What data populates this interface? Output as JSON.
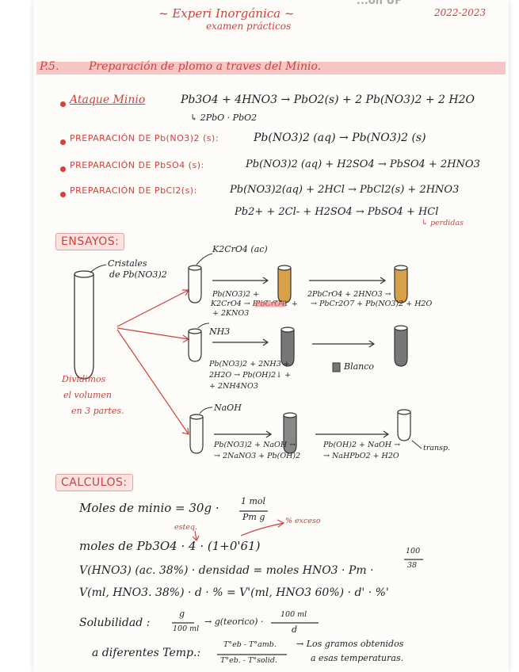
{
  "header": {
    "corner_fragment": "...on UF",
    "title": "~ Experi Inorgánica ~",
    "subtitle": "examen prácticos",
    "year": "2022-2023"
  },
  "practice": {
    "number": "P.5.",
    "title": "Preparación de plomo a traves del Minio."
  },
  "reactions": [
    {
      "label": "Ataque Minio",
      "equation": "Pb3O4 + 4HNO3 → PbO2(s) + 2 Pb(NO3)2 + 2 H2O",
      "note": "↳ 2PbO · PbO2"
    },
    {
      "label": "PREPARACIÓN DE Pb(NO3)2 (s):",
      "equation": "Pb(NO3)2 (aq) → Pb(NO3)2 (s)"
    },
    {
      "label": "PREPARACIÓN DE PbSO4 (s):",
      "equation": "Pb(NO3)2 (aq) + H2SO4 → PbSO4 + 2HNO3"
    },
    {
      "label": "PREPARACIÓN DE PbCl2(s):",
      "equation": "Pb(NO3)2(aq) + 2HCl → PbCl2(s) + 2HNO3",
      "extra": "Pb2+ + 2Cl- + H2SO4 → PbSO4 + HCl",
      "extra_note": "↳ perdidas"
    }
  ],
  "ensayos": {
    "heading": "ENSAYOS:",
    "crystals_label": [
      "Cristales",
      "de Pb(NO3)2"
    ],
    "divide_label": [
      "Dividimos",
      "el volumen",
      "en 3 partes."
    ],
    "tests": [
      {
        "reagent": "K2CrO4 (ac)",
        "eq": [
          "Pb(NO3)2 +",
          "K2CrO4 → PbCrO4↓ +",
          "+ 2KNO3"
        ],
        "precipitate": "PbCrO4",
        "eq2": [
          "2PbCrO4 + 2HNO3 →",
          "→ PbCr2O7 + Pb(NO3)2 + H2O"
        ]
      },
      {
        "reagent": "NH3",
        "eq": [
          "Pb(NO3)2 + 2NH3 +",
          "2H2O → Pb(OH)2↓ +",
          "+ 2NH4NO3"
        ],
        "result": "Blanco"
      },
      {
        "reagent": "NaOH",
        "eq": [
          "Pb(NO3)2 + NaOH →",
          "→ 2NaNO3 + Pb(OH)2"
        ],
        "eq2": [
          "Pb(OH)2 + NaOH →",
          "→ NaHPbO2 + H2O"
        ],
        "result": "transp."
      }
    ]
  },
  "calculos": {
    "heading": "CALCULOS:",
    "lines": [
      {
        "left": "Moles de minio = 30g ·",
        "num": "1 mol",
        "den": "Pm g"
      },
      {
        "note": "esteq.",
        "excess": "% exceso"
      },
      {
        "left": "moles de Pb3O4 · 4 · (1+0'61)"
      },
      {
        "left": "V(HNO3) (ac. 38%) · densidad = moles HNO3 · Pm ·",
        "num": "100",
        "den": "38"
      },
      {
        "left": "V(ml, HNO3. 38%) · d · % = V'(ml, HNO3 60%) · d' · %'"
      },
      {
        "left": "Solubilidad :",
        "num": "g",
        "den": "100 ml",
        "mid": "→ g(teorico) ·",
        "num2": "100 ml",
        "den2": "d"
      },
      {
        "left": "a diferentes Temp.:",
        "num": "T°eb - T°amb.",
        "den": "T°eb. - T°solid.",
        "right": [
          "→ Los gramos obtenidos",
          "a esas temperaturas."
        ]
      }
    ]
  }
}
